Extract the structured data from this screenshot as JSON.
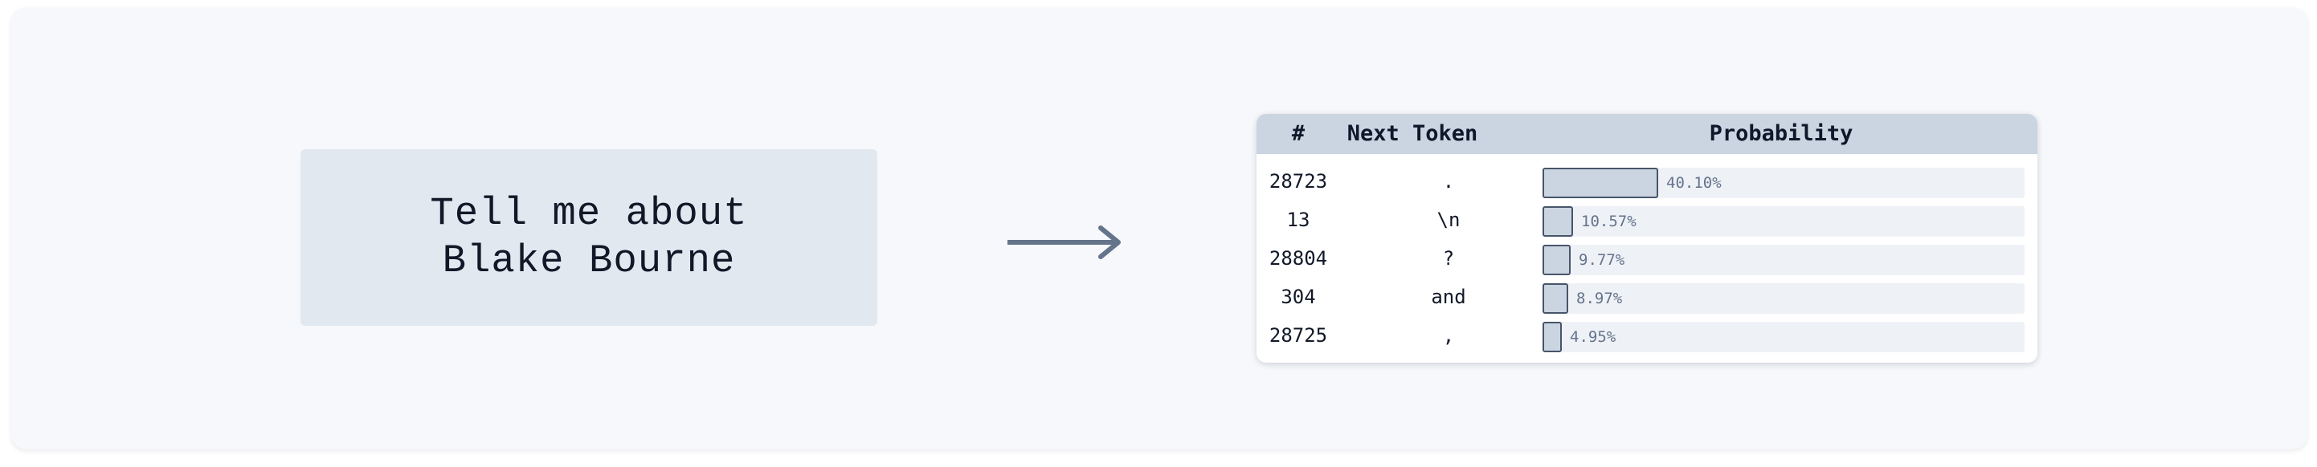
{
  "prompt": {
    "line1": "Tell me about",
    "line2": "Blake Bourne"
  },
  "arrow_icon": "arrow-right-icon",
  "table": {
    "headers": {
      "rank": "#",
      "token": "Next Token",
      "probability": "Probability"
    },
    "rows": [
      {
        "id": "28723",
        "token": ".",
        "prob_label": "40.10%",
        "prob": 0.401
      },
      {
        "id": "13",
        "token": "\\n",
        "prob_label": "10.57%",
        "prob": 0.1057
      },
      {
        "id": "28804",
        "token": "?",
        "prob_label": "9.77%",
        "prob": 0.0977
      },
      {
        "id": "304",
        "token": "and",
        "prob_label": "8.97%",
        "prob": 0.0897
      },
      {
        "id": "28725",
        "token": ",",
        "prob_label": "4.95%",
        "prob": 0.0495
      }
    ]
  },
  "colors": {
    "bar_fill": "#cbd5e1",
    "bar_border": "#475569",
    "header_bg": "#cbd5e1",
    "prompt_bg": "#e2e8f0",
    "arrow": "#64748b"
  }
}
